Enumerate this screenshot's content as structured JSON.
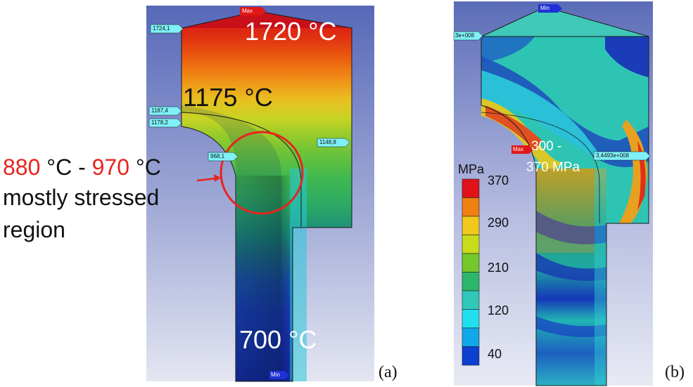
{
  "panel_a": {
    "annotation_line1": {
      "low": "880",
      "unit1": " °C - ",
      "high": "970",
      "unit2": " °C"
    },
    "annotation_line2": "mostly stressed",
    "annotation_line3": "region",
    "temp_top": "1720 °C",
    "temp_mid": "1175 °C",
    "temp_bottom": "700 °C",
    "probe_max": "Max",
    "probe_min": "Min",
    "probe_1": "1724,1",
    "probe_2": "1187,4",
    "probe_3": "1178,2",
    "probe_4": "1148,8",
    "probe_5": "968,1",
    "tag": "(a)"
  },
  "panel_b": {
    "probe_min": "Min",
    "probe_max": "Max",
    "probe_left": "3e+008",
    "probe_right": "3,4493e+008",
    "stress_line1": "300 -",
    "stress_line2": "370 MPa",
    "legend_unit": "MPa",
    "legend_ticks": [
      "370",
      "290",
      "210",
      "120",
      "40"
    ],
    "legend_colors": [
      "#e0121a",
      "#f08010",
      "#f2c81c",
      "#c8dc1c",
      "#74c82c",
      "#2cb86a",
      "#30c8b8",
      "#20e0f0",
      "#10a8e8",
      "#0c40d0"
    ],
    "tag": "(b)"
  }
}
